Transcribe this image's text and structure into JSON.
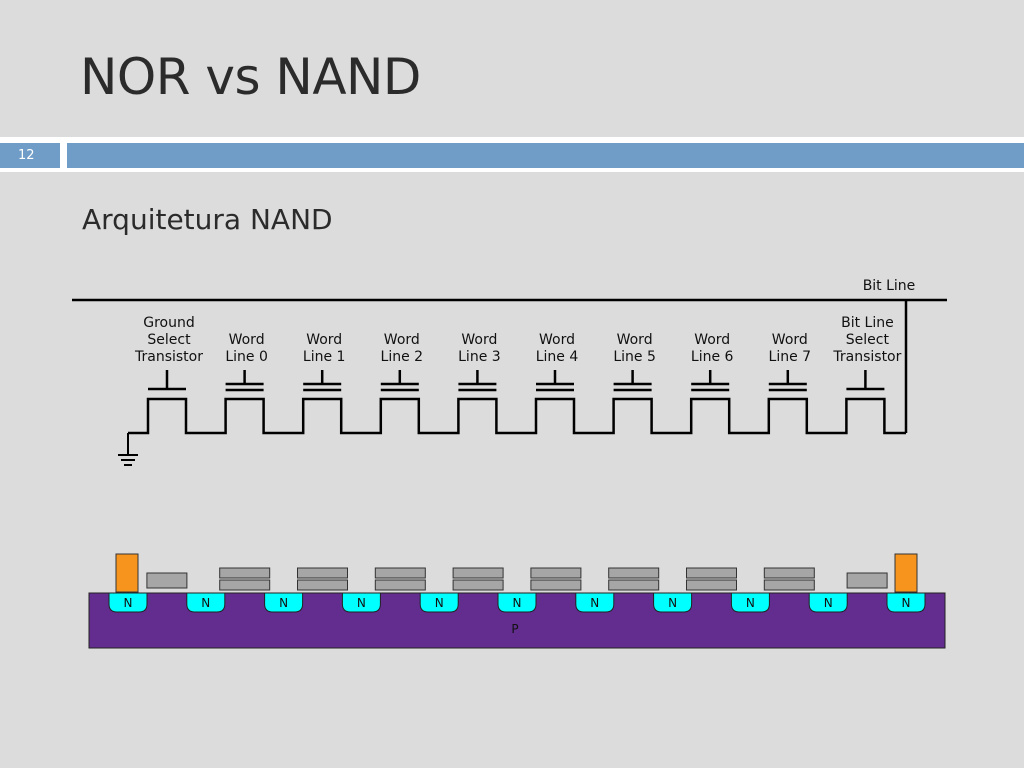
{
  "slide": {
    "title": "NOR vs NAND",
    "number": "12",
    "subtitle": "Arquitetura NAND"
  },
  "colors": {
    "background": "#dcdcdc",
    "accent_band": "#6f9dc7",
    "substrate": "#622d8f",
    "n_region": "#00ffff",
    "gate": "#a6a6a6",
    "select_contact": "#f7941d",
    "wire": "#000000"
  },
  "schematic": {
    "bit_line_label": "Bit Line",
    "transistors": [
      {
        "label": [
          "Ground",
          "Select",
          "Transistor"
        ],
        "kind": "select"
      },
      {
        "label": [
          "Word",
          "Line 0"
        ],
        "kind": "cell"
      },
      {
        "label": [
          "Word",
          "Line 1"
        ],
        "kind": "cell"
      },
      {
        "label": [
          "Word",
          "Line 2"
        ],
        "kind": "cell"
      },
      {
        "label": [
          "Word",
          "Line 3"
        ],
        "kind": "cell"
      },
      {
        "label": [
          "Word",
          "Line 4"
        ],
        "kind": "cell"
      },
      {
        "label": [
          "Word",
          "Line 5"
        ],
        "kind": "cell"
      },
      {
        "label": [
          "Word",
          "Line 6"
        ],
        "kind": "cell"
      },
      {
        "label": [
          "Word",
          "Line 7"
        ],
        "kind": "cell"
      },
      {
        "label": [
          "Bit Line",
          "Select",
          "Transistor"
        ],
        "kind": "select"
      }
    ],
    "ground_symbol": "ground-icon"
  },
  "cross_section": {
    "substrate_label": "P",
    "n_region_label": "N",
    "n_region_count": 11
  }
}
